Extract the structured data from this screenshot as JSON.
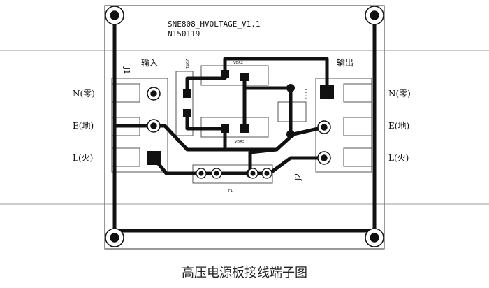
{
  "board": {
    "model": "SNE808_HVOLTAGE_V1.1",
    "serial": "N150119"
  },
  "connectors": {
    "left": {
      "ref": "J1",
      "title": "输入"
    },
    "right": {
      "ref": "J2",
      "title": "输出"
    }
  },
  "terminal_labels": {
    "left": [
      "N(零)",
      "E(地)",
      "L(火)"
    ],
    "right": [
      "N(零)",
      "E(地)",
      "L(火)"
    ]
  },
  "components": {
    "vdr1": "VDR1",
    "vdr2": "VDR2",
    "vdr3": "VDR3",
    "cd11": "CD11",
    "fuse": "F1"
  },
  "caption": "高压电源板接线端子图",
  "colors": {
    "trace": "#111111",
    "outline": "#444444",
    "background": "#ffffff"
  }
}
